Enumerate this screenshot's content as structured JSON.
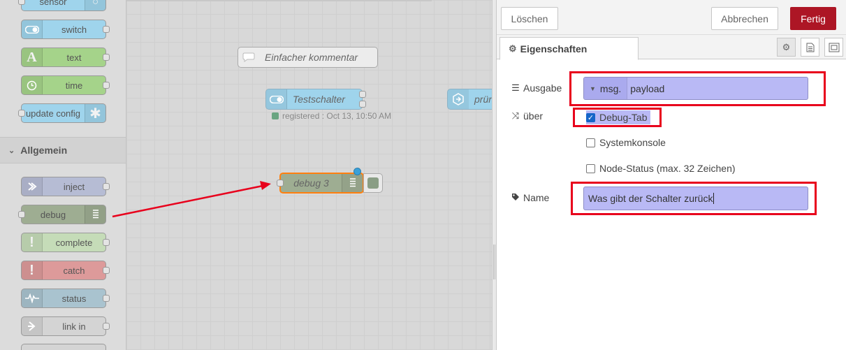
{
  "palette": {
    "nodes_top": [
      {
        "label": "sensor",
        "color": "#9fd4ec"
      },
      {
        "label": "switch",
        "color": "#9fd4ec"
      },
      {
        "label": "text",
        "color": "#a5d38a"
      },
      {
        "label": "time",
        "color": "#a5d38a"
      },
      {
        "label": "update config",
        "color": "#9fd4ec"
      }
    ],
    "category": "Allgemein",
    "nodes_common": [
      {
        "label": "inject",
        "color": "#b6bcd4"
      },
      {
        "label": "debug",
        "color": "#9ead92"
      },
      {
        "label": "complete",
        "color": "#c5dcb8"
      },
      {
        "label": "catch",
        "color": "#dd9a9a"
      },
      {
        "label": "status",
        "color": "#a9c3cf"
      },
      {
        "label": "link in",
        "color": "#d4d4d4"
      }
    ]
  },
  "workspace": {
    "comment_node": "Einfacher kommentar",
    "switch_node": "Testschalter",
    "status_text": "registered : Oct 13, 10:50 AM",
    "partial_node": "prün",
    "debug_node": "debug 3"
  },
  "editor": {
    "buttons": {
      "delete": "Löschen",
      "cancel": "Abbrechen",
      "done": "Fertig"
    },
    "tab": "Eigenschaften",
    "output": {
      "label": "Ausgabe",
      "prefix": "msg.",
      "value": "payload"
    },
    "via": {
      "label": "über",
      "options": [
        {
          "label": "Debug-Tab",
          "checked": true
        },
        {
          "label": "Systemkonsole",
          "checked": false
        },
        {
          "label": "Node-Status (max. 32 Zeichen)",
          "checked": false
        }
      ]
    },
    "name": {
      "label": "Name",
      "value": "Was gibt der Schalter zurück"
    }
  }
}
